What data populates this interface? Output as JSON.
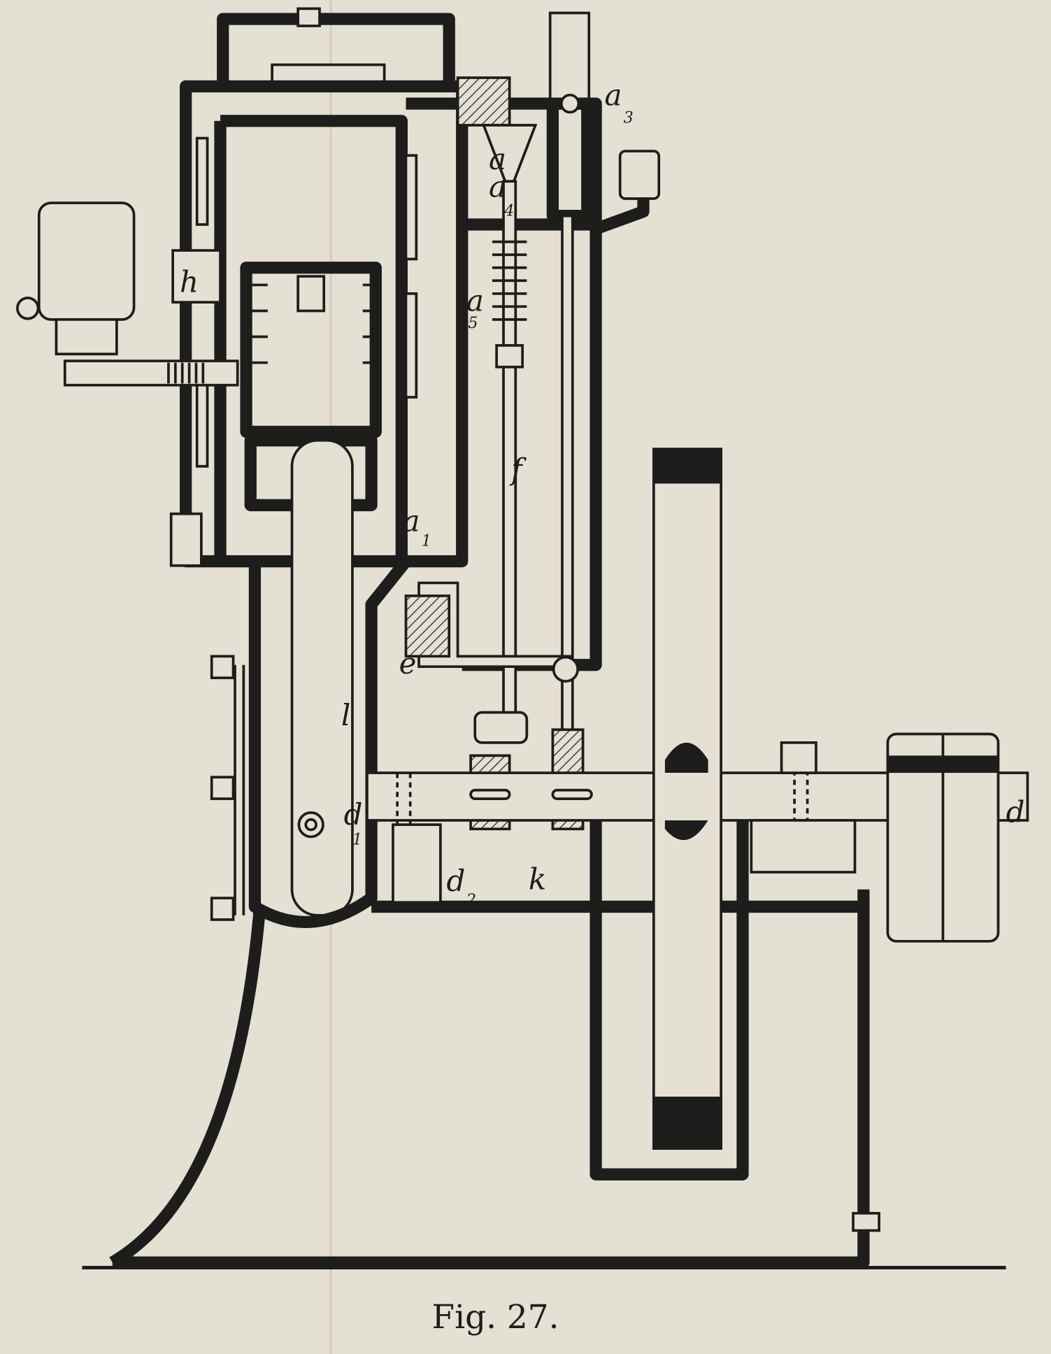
{
  "figure": {
    "caption": "Fig. 27.",
    "labels": {
      "h": "h",
      "a": "a",
      "a1": "a",
      "a1_sub": "1",
      "a3": "a",
      "a3_sub": "3",
      "a4": "a",
      "a4_sub": "4",
      "a5": "a",
      "a5_sub": "5",
      "f": "f",
      "e": "e",
      "l": "l",
      "d": "d",
      "d1": "d",
      "d1_sub": "1",
      "d2": "d",
      "d2_sub": "2",
      "k": "k"
    }
  },
  "colors": {
    "paper": "#e5e0d4",
    "ink": "#1d1d1b"
  }
}
